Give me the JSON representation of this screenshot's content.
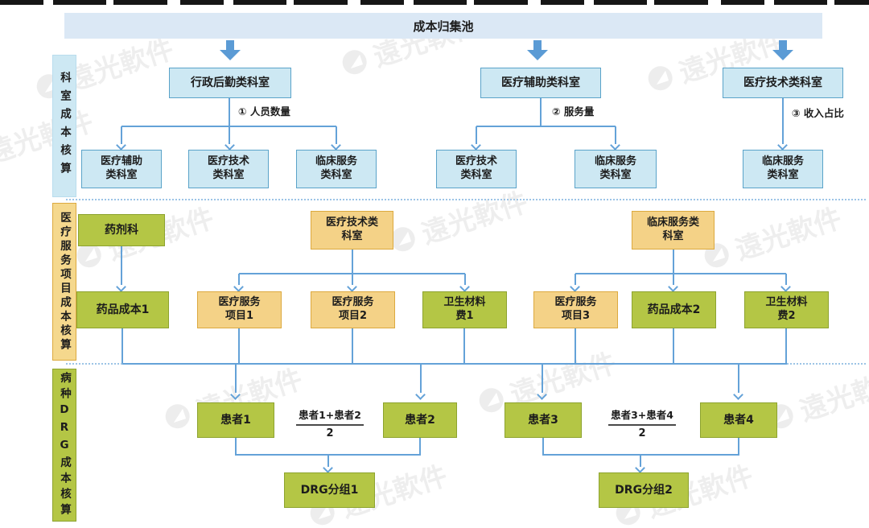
{
  "header": {
    "title": "成本归集池"
  },
  "sidebar": {
    "sections": [
      {
        "label": "科室成本核算"
      },
      {
        "label": "医疗服务项目成本核算"
      },
      {
        "label": "病种DRG成本核算"
      }
    ]
  },
  "dept_section": {
    "parents": [
      {
        "label": "行政后勤类科室",
        "allocation": "① 人员数量"
      },
      {
        "label": "医疗辅助类科室",
        "allocation": "② 服务量"
      },
      {
        "label": "医疗技术类科室",
        "allocation": "③ 收入占比"
      }
    ],
    "children": [
      {
        "label": "医疗辅助\n类科室"
      },
      {
        "label": "医疗技术\n类科室"
      },
      {
        "label": "临床服务\n类科室"
      },
      {
        "label": "医疗技术\n类科室"
      },
      {
        "label": "临床服务\n类科室"
      },
      {
        "label": "临床服务\n类科室"
      }
    ]
  },
  "service_section": {
    "sources": [
      {
        "label": "药剂科"
      },
      {
        "label": "医疗技术类\n科室"
      },
      {
        "label": "临床服务类\n科室"
      }
    ],
    "cost_items": [
      {
        "label": "药品成本1",
        "type": "green"
      },
      {
        "label": "医疗服务\n项目1",
        "type": "orange"
      },
      {
        "label": "医疗服务\n项目2",
        "type": "orange"
      },
      {
        "label": "卫生材料\n费1",
        "type": "green"
      },
      {
        "label": "医疗服务\n项目3",
        "type": "orange"
      },
      {
        "label": "药品成本2",
        "type": "green"
      },
      {
        "label": "卫生材料\n费2",
        "type": "green"
      }
    ]
  },
  "drg_section": {
    "patients": [
      {
        "label": "患者1"
      },
      {
        "label": "患者2"
      },
      {
        "label": "患者3"
      },
      {
        "label": "患者4"
      }
    ],
    "formulas": [
      {
        "numerator": "患者1+患者2",
        "denominator": "2"
      },
      {
        "numerator": "患者3+患者4",
        "denominator": "2"
      }
    ],
    "groups": [
      {
        "label": "DRG分组1"
      },
      {
        "label": "DRG分组2"
      }
    ]
  },
  "watermark": {
    "text": "遠光軟件"
  },
  "colors": {
    "accent": "#5b9bd5",
    "line": "#64a2d8",
    "cyan_fill": "#cde8f3",
    "cyan_border": "#5aa3c9",
    "orange_fill": "#f4d287",
    "orange_border": "#dca93f",
    "green_fill": "#b4c645",
    "green_border": "#8da32f",
    "header_fill": "#dbe8f5",
    "divider": "#9cc4e6",
    "text": "#1c1c1c"
  }
}
